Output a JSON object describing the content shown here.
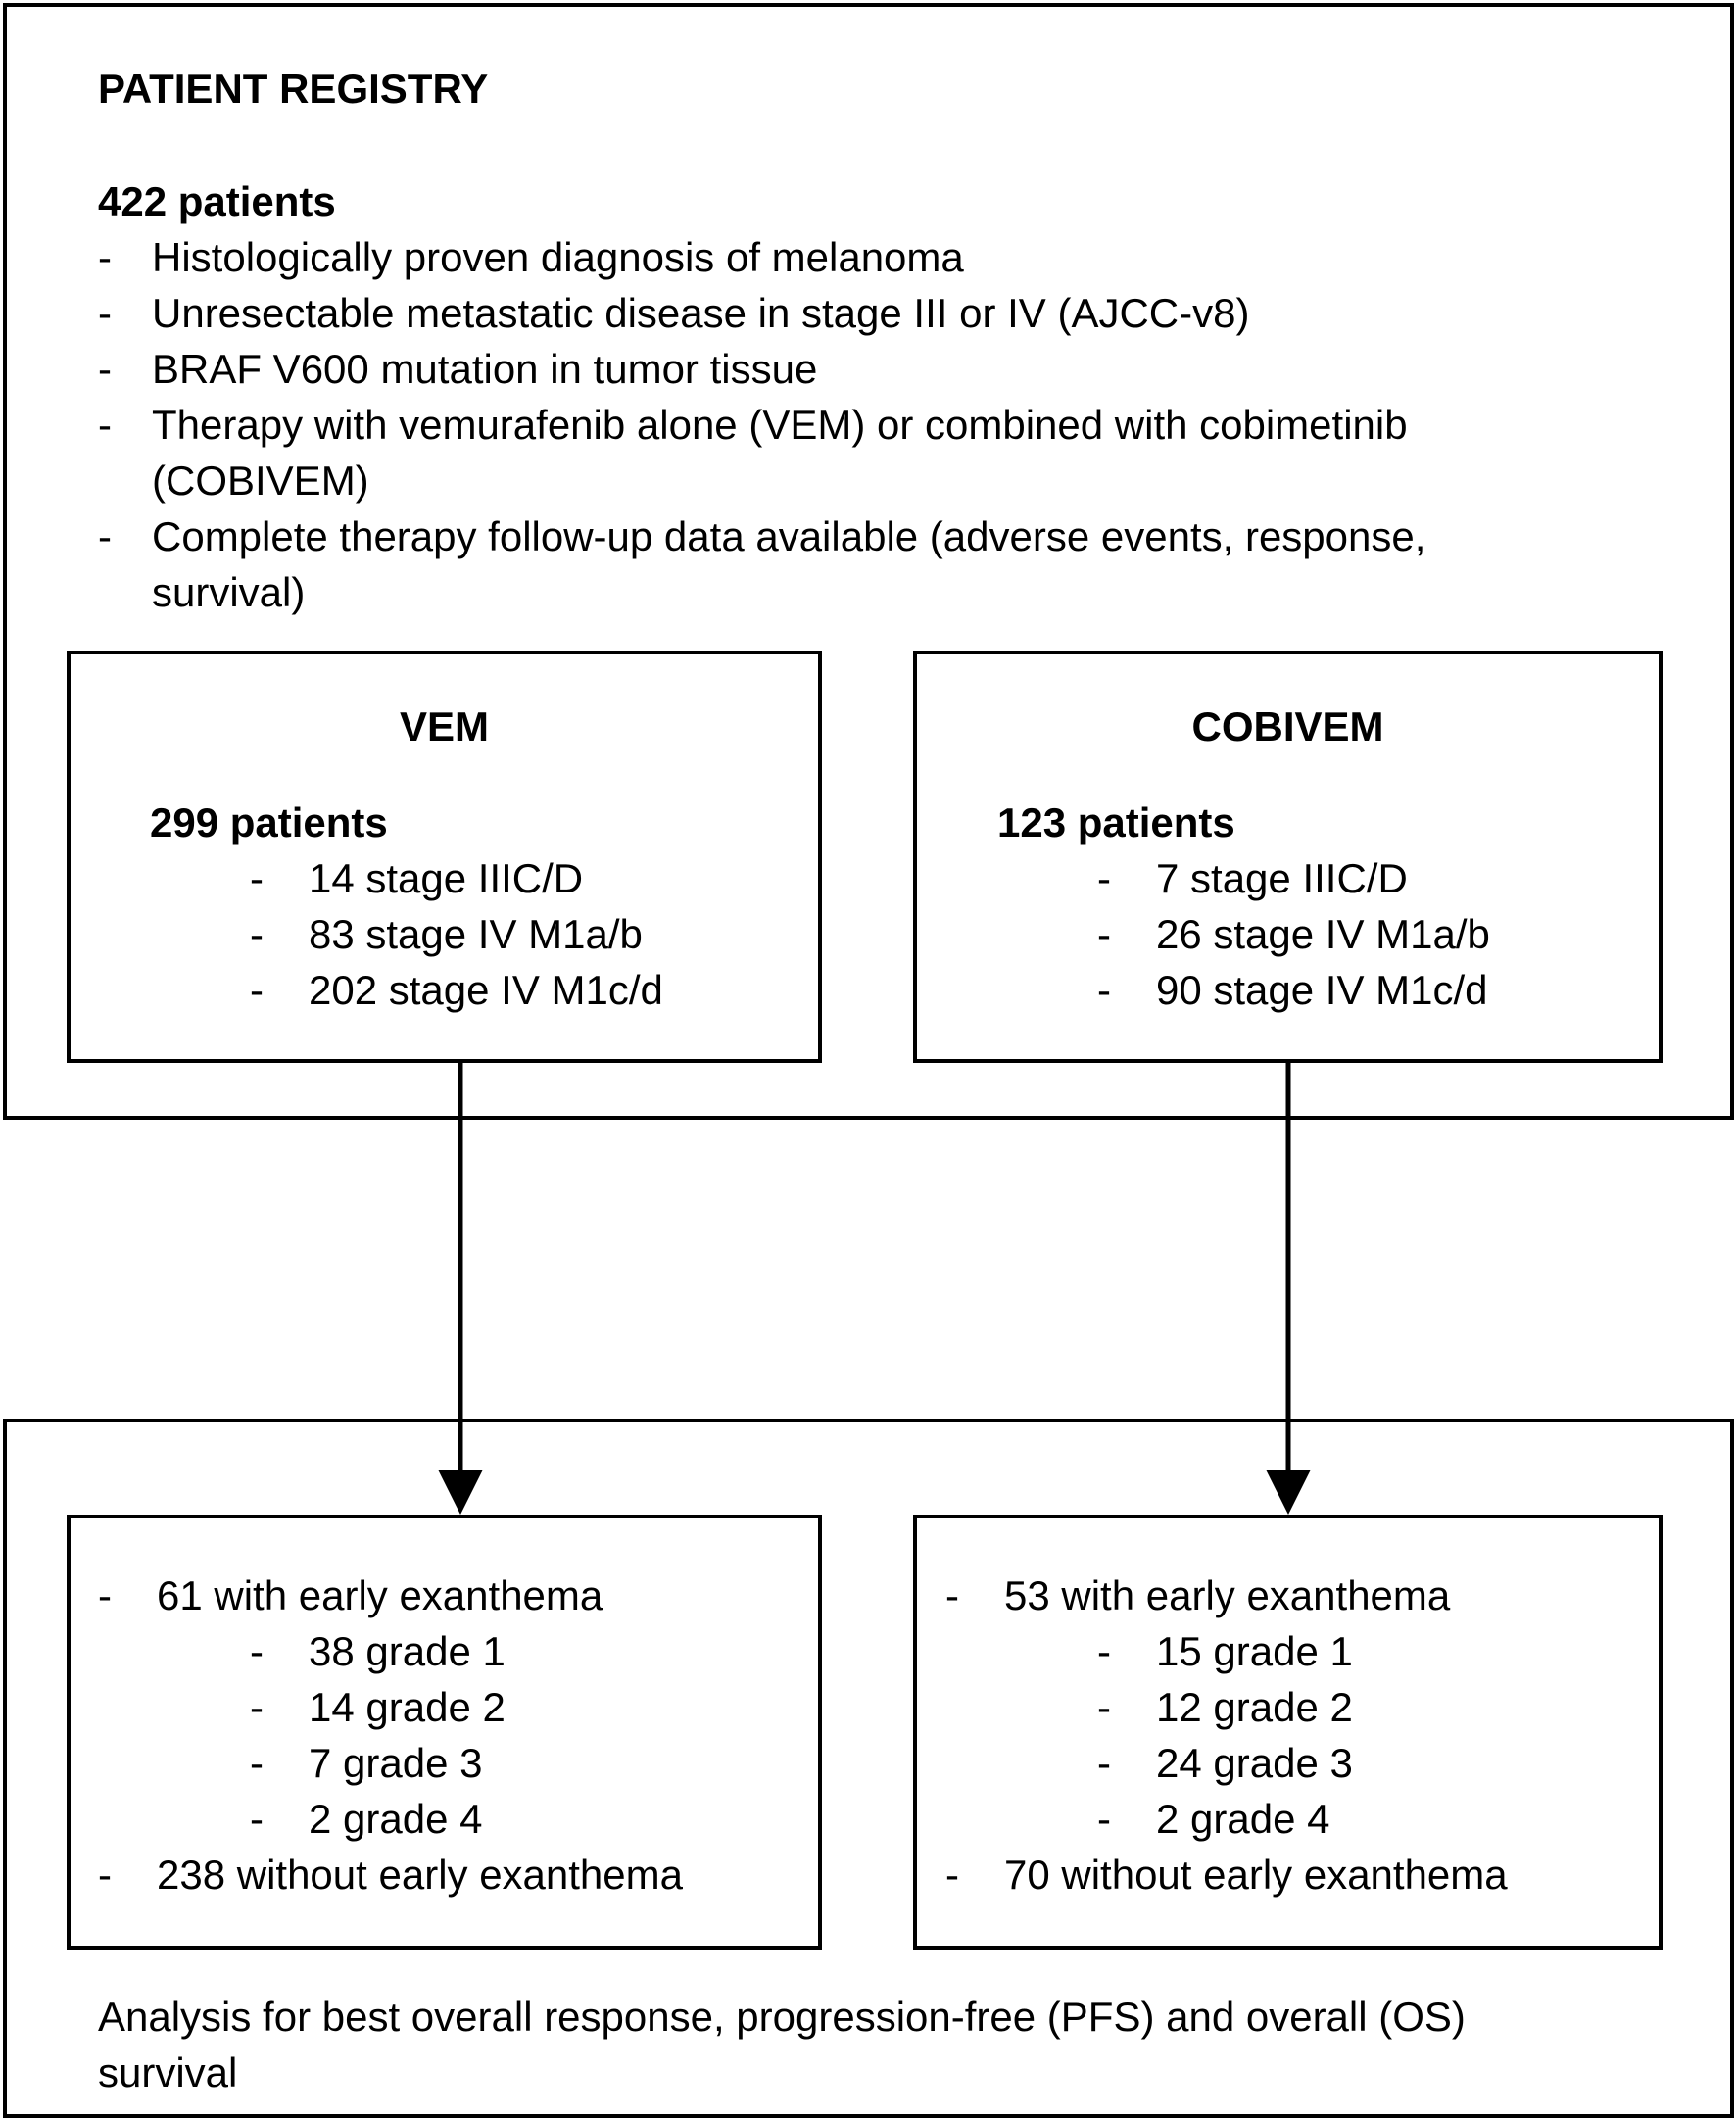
{
  "registry": {
    "title": "PATIENT REGISTRY",
    "count": "422 patients",
    "criteria": [
      "Histologically proven diagnosis of melanoma",
      "Unresectable metastatic disease in stage III or IV (AJCC-v8)",
      "BRAF V600 mutation in tumor tissue",
      "Therapy with vemurafenib alone (VEM) or combined with cobimetinib",
      "(COBIVEM)",
      "Complete therapy follow-up data available (adverse events, response,",
      "survival)"
    ]
  },
  "vem": {
    "title": "VEM",
    "count": "299 patients",
    "stages": [
      "14 stage IIIC/D",
      "83 stage IV M1a/b",
      "202 stage IV M1c/d"
    ]
  },
  "cobivem": {
    "title": "COBIVEM",
    "count": "123 patients",
    "stages": [
      "7 stage IIIC/D",
      "26 stage IV M1a/b",
      "90 stage IV M1c/d"
    ]
  },
  "vem_outcome": {
    "with": "61 with early exanthema",
    "grades": [
      "38 grade 1",
      "14 grade 2",
      "7 grade 3",
      "2 grade 4"
    ],
    "without": "238 without early exanthema"
  },
  "cobivem_outcome": {
    "with": "53 with early exanthema",
    "grades": [
      "15 grade 1",
      "12 grade 2",
      "24 grade 3",
      "2 grade 4"
    ],
    "without": "70 without early exanthema"
  },
  "analysis": {
    "line1": "Analysis for best overall response, progression-free (PFS) and overall (OS)",
    "line2": "survival"
  },
  "dash": "-"
}
